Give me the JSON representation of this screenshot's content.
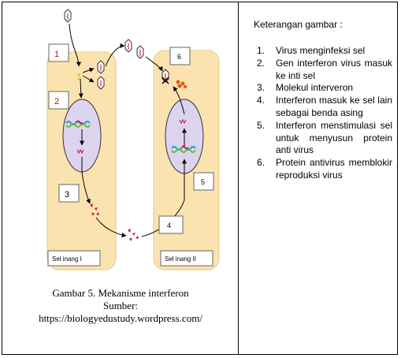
{
  "diagram": {
    "step_boxes": [
      "1",
      "2",
      "3",
      "6",
      "5",
      "4"
    ],
    "cell_labels": {
      "infected": "Sel inang I",
      "neighbor": "Sel inang II"
    },
    "colors": {
      "cell_fill": "#fbe3b0",
      "nucleus_fill": "#dcd4ee",
      "red_label": "#cc0000",
      "interferon": "#c0145c",
      "antiviral_protein": "#e05a10"
    }
  },
  "caption": {
    "line1": "Gambar 5. Mekanisme interferon",
    "line2": "Sumber:",
    "line3": "https://biologyedustudy.wordpress.com/"
  },
  "legend": {
    "title": "Keterangan gambar :",
    "items": [
      {
        "num": "1.",
        "text": "Virus menginfeksi sel"
      },
      {
        "num": "2.",
        "text": "Gen interferon virus masuk ke inti sel"
      },
      {
        "num": "3.",
        "text": "Molekul interveron"
      },
      {
        "num": "4.",
        "text": "Interferon masuk ke sel lain sebagai benda asing"
      },
      {
        "num": "5.",
        "text": "Interferon menstimulasi sel untuk menyusun protein anti virus"
      },
      {
        "num": "6.",
        "text": "Protein antivirus memblokir reproduksi virus"
      }
    ]
  }
}
